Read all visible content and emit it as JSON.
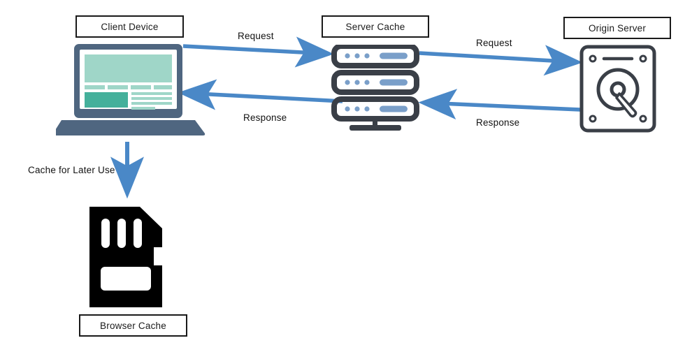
{
  "diagram": {
    "title_nodes": {
      "client": "Client Device",
      "server_cache": "Server Cache",
      "origin": "Origin Server",
      "browser_cache": "Browser Cache"
    },
    "edges": [
      {
        "id": "req-client-server",
        "label": "Request",
        "from": "client",
        "to": "server_cache",
        "direction": "right"
      },
      {
        "id": "req-server-origin",
        "label": "Request",
        "from": "server_cache",
        "to": "origin",
        "direction": "right"
      },
      {
        "id": "resp-server-client",
        "label": "Response",
        "from": "server_cache",
        "to": "client",
        "direction": "left"
      },
      {
        "id": "resp-origin-server",
        "label": "Response",
        "from": "origin",
        "to": "server_cache",
        "direction": "left"
      },
      {
        "id": "cache-later",
        "label": "Cache for Later Use",
        "from": "client",
        "to": "browser_cache",
        "direction": "down"
      }
    ],
    "icons": {
      "client": "laptop-icon",
      "server_cache": "server-stack-icon",
      "origin": "hard-disk-icon",
      "browser_cache": "sd-card-icon"
    },
    "colors": {
      "arrow_blue": "#4a88c7",
      "laptop_body": "#4f6680",
      "screen_mint": "#9fd6c8",
      "screen_teal": "#45b09b",
      "server_dark": "#3a3f47",
      "server_accent": "#7a9fc9",
      "hdd_outline": "#3a3f47",
      "sd_card_black": "#000000",
      "box_border": "#1a1a1a",
      "background": "#ffffff"
    }
  }
}
